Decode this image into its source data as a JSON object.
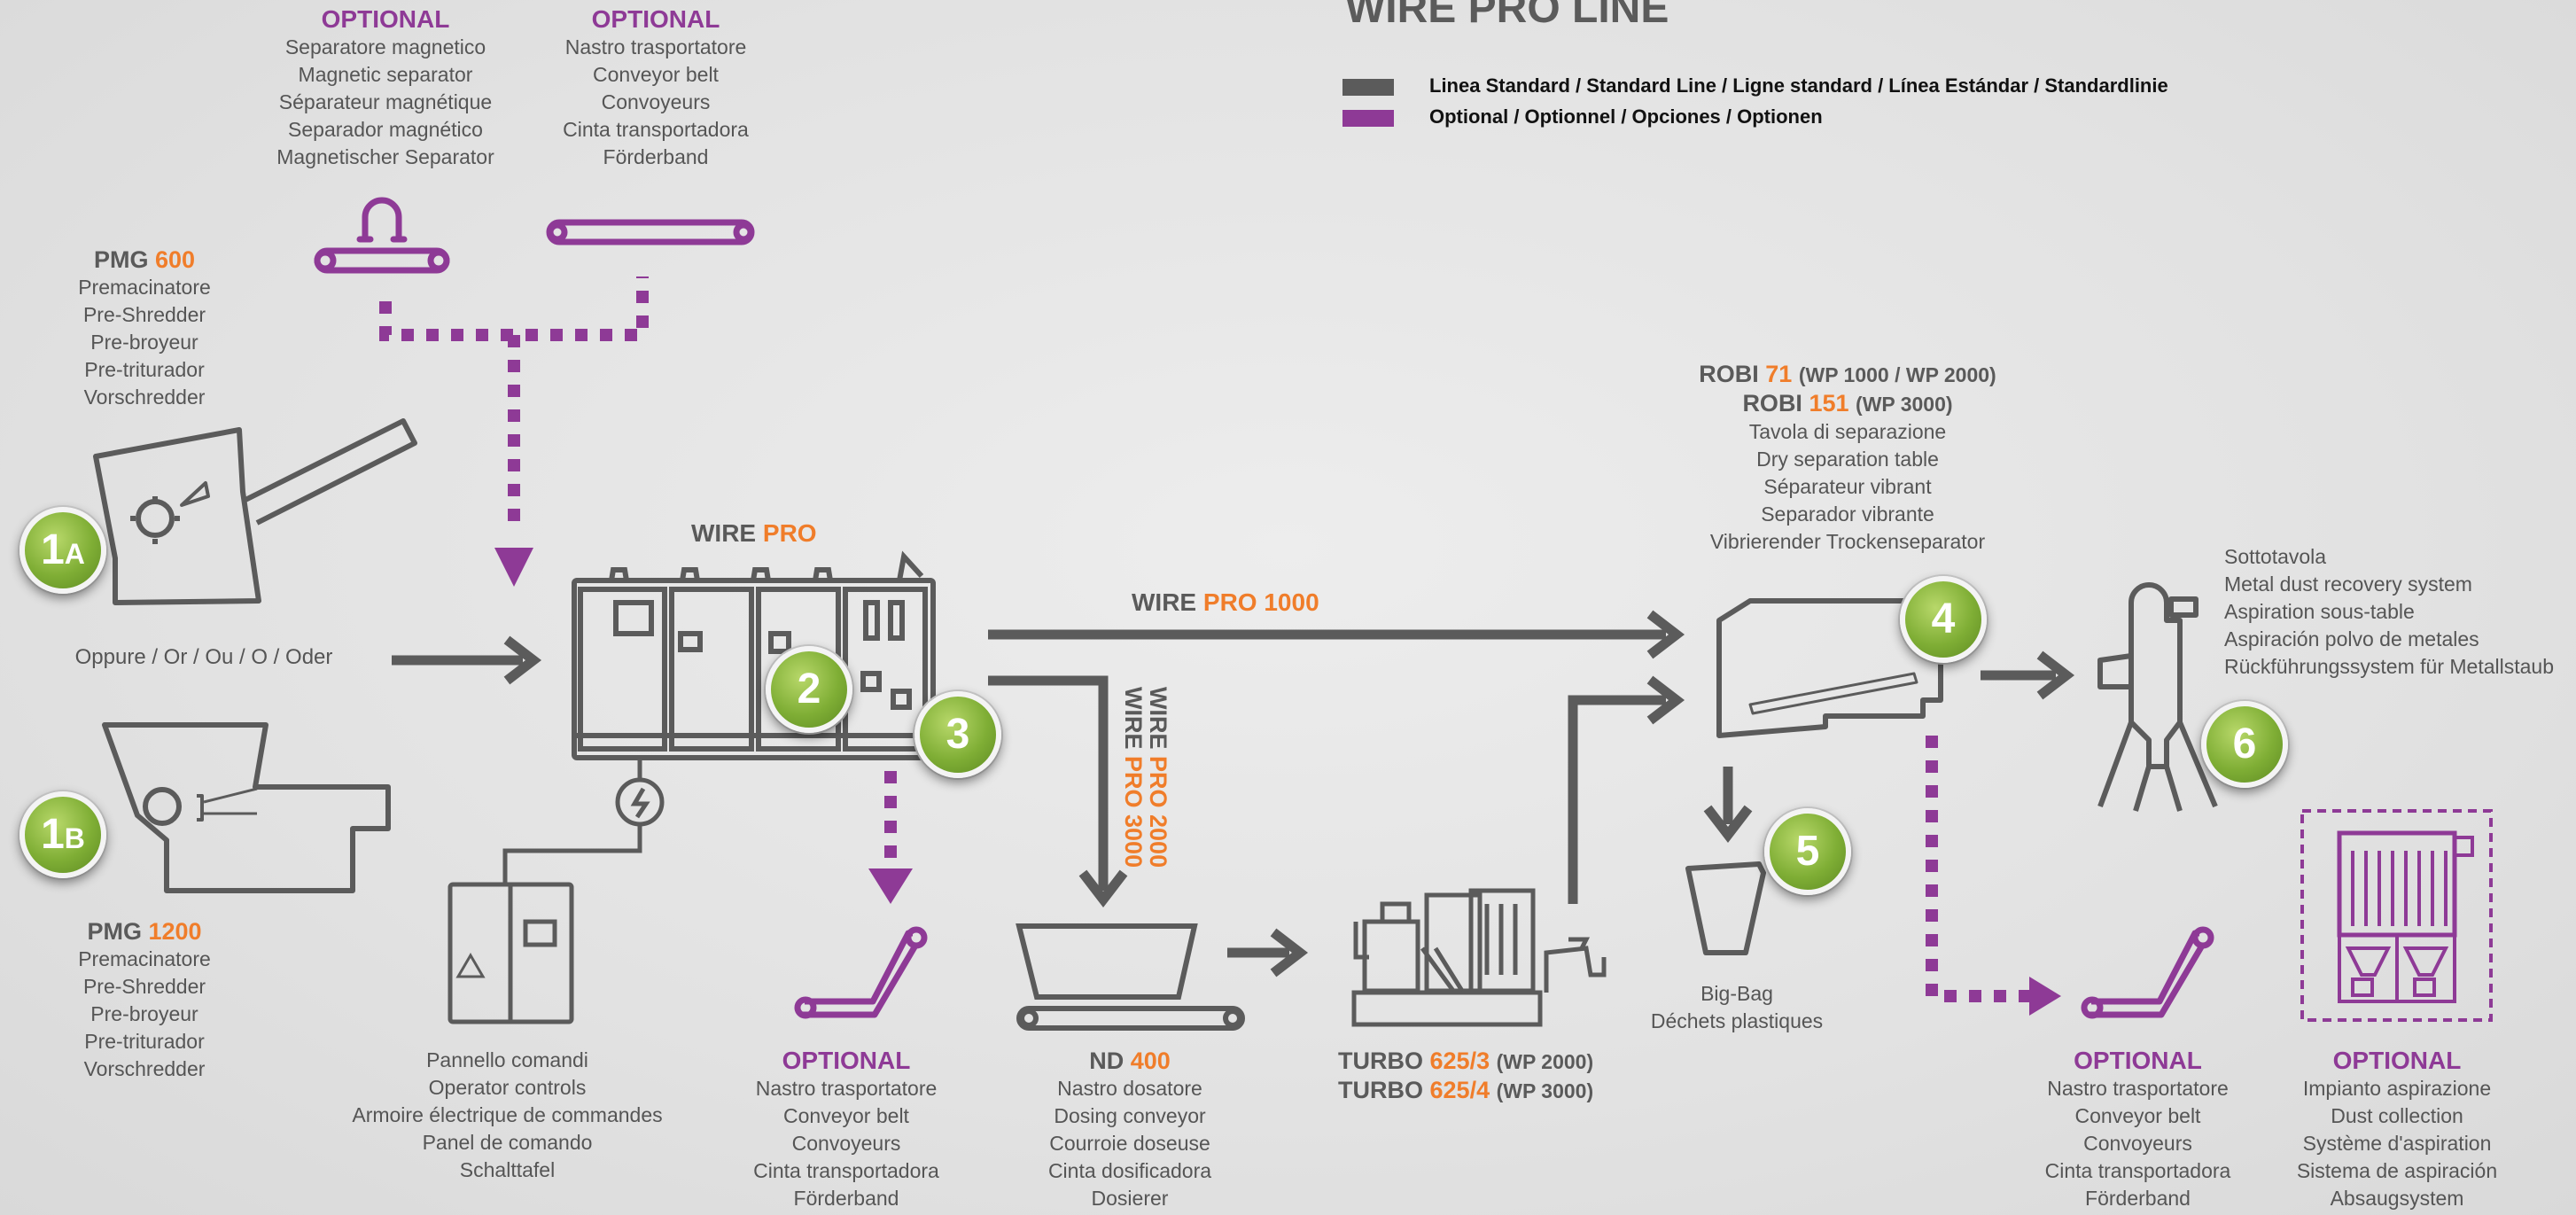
{
  "title": "WIRE PRO LINE",
  "legend": {
    "standard": "Linea Standard / Standard Line / Ligne standard / Línea Estándar / Standardlinie",
    "optional": "Optional / Optionnel / Opciones / Optionen"
  },
  "colors": {
    "standard": "#5b5b5b",
    "optional": "#8e3a96",
    "accent": "#f07d2a",
    "badge": "#7fae35"
  },
  "opt_magnetic": {
    "heading": "OPTIONAL",
    "lines": [
      "Separatore magnetico",
      "Magnetic separator",
      "Séparateur magnétique",
      "Separador magnético",
      "Magnetischer Separator"
    ]
  },
  "opt_conveyor_top": {
    "heading": "OPTIONAL",
    "lines": [
      "Nastro trasportatore",
      "Conveyor belt",
      "Convoyeurs",
      "Cinta transportadora",
      "Förderband"
    ]
  },
  "pmg600": {
    "name": "PMG",
    "model": "600",
    "lines": [
      "Premacinatore",
      "Pre-Shredder",
      "Pre-broyeur",
      "Pre-triturador",
      "Vorschredder"
    ]
  },
  "pmg1200": {
    "name": "PMG",
    "model": "1200",
    "lines": [
      "Premacinatore",
      "Pre-Shredder",
      "Pre-broyeur",
      "Pre-triturador",
      "Vorschredder"
    ]
  },
  "or_text": "Oppure / Or / Ou / O / Oder",
  "wirepro": {
    "a": "WIRE",
    "b": "PRO"
  },
  "wirepro1000": {
    "a": "WIRE",
    "b": "PRO 1000"
  },
  "wirepro2000": {
    "a": "WIRE",
    "b": "PRO 2000"
  },
  "wirepro3000": {
    "a": "WIRE",
    "b": "PRO 3000"
  },
  "control_panel": {
    "lines": [
      "Pannello comandi",
      "Operator controls",
      "Armoire électrique de commandes",
      "Panel de comando",
      "Schalttafel"
    ]
  },
  "opt_conveyor_mid": {
    "heading": "OPTIONAL",
    "lines": [
      "Nastro trasportatore",
      "Conveyor belt",
      "Convoyeurs",
      "Cinta transportadora",
      "Förderband"
    ]
  },
  "nd400": {
    "name": "ND",
    "model": "400",
    "lines": [
      "Nastro dosatore",
      "Dosing conveyor",
      "Courroie doseuse",
      "Cinta dosificadora",
      "Dosierer"
    ]
  },
  "turbo": {
    "l1_name": "TURBO",
    "l1_model": "625/3",
    "l1_note": "(WP 2000)",
    "l2_name": "TURBO",
    "l2_model": "625/4",
    "l2_note": "(WP 3000)"
  },
  "robi": {
    "l1_name": "ROBI",
    "l1_model": "71",
    "l1_note": "(WP 1000 / WP 2000)",
    "l2_name": "ROBI",
    "l2_model": "151",
    "l2_note": "(WP 3000)",
    "lines": [
      "Tavola di separazione",
      "Dry separation table",
      "Séparateur vibrant",
      "Separador vibrante",
      "Vibrierender Trockenseparator"
    ]
  },
  "dust": {
    "lines": [
      "Sottotavola",
      "Metal dust recovery system",
      "Aspiration  sous-table",
      "Aspiración polvo de metales",
      "Rückführungssystem für Metallstaub"
    ]
  },
  "bigbag": {
    "lines": [
      "Big-Bag",
      "Déchets plastiques"
    ]
  },
  "opt_conveyor_right": {
    "heading": "OPTIONAL",
    "lines": [
      "Nastro trasportatore",
      "Conveyor belt",
      "Convoyeurs",
      "Cinta transportadora",
      "Förderband"
    ]
  },
  "opt_dust_collection": {
    "heading": "OPTIONAL",
    "lines": [
      "Impianto aspirazione",
      "Dust collection",
      "Système d'aspiration",
      "Sistema de aspiración",
      "Absaugsystem"
    ]
  },
  "badges": {
    "b1a_num": "1",
    "b1a_sub": "A",
    "b1b_num": "1",
    "b1b_sub": "B",
    "b2": "2",
    "b3": "3",
    "b4": "4",
    "b5": "5",
    "b6": "6"
  }
}
